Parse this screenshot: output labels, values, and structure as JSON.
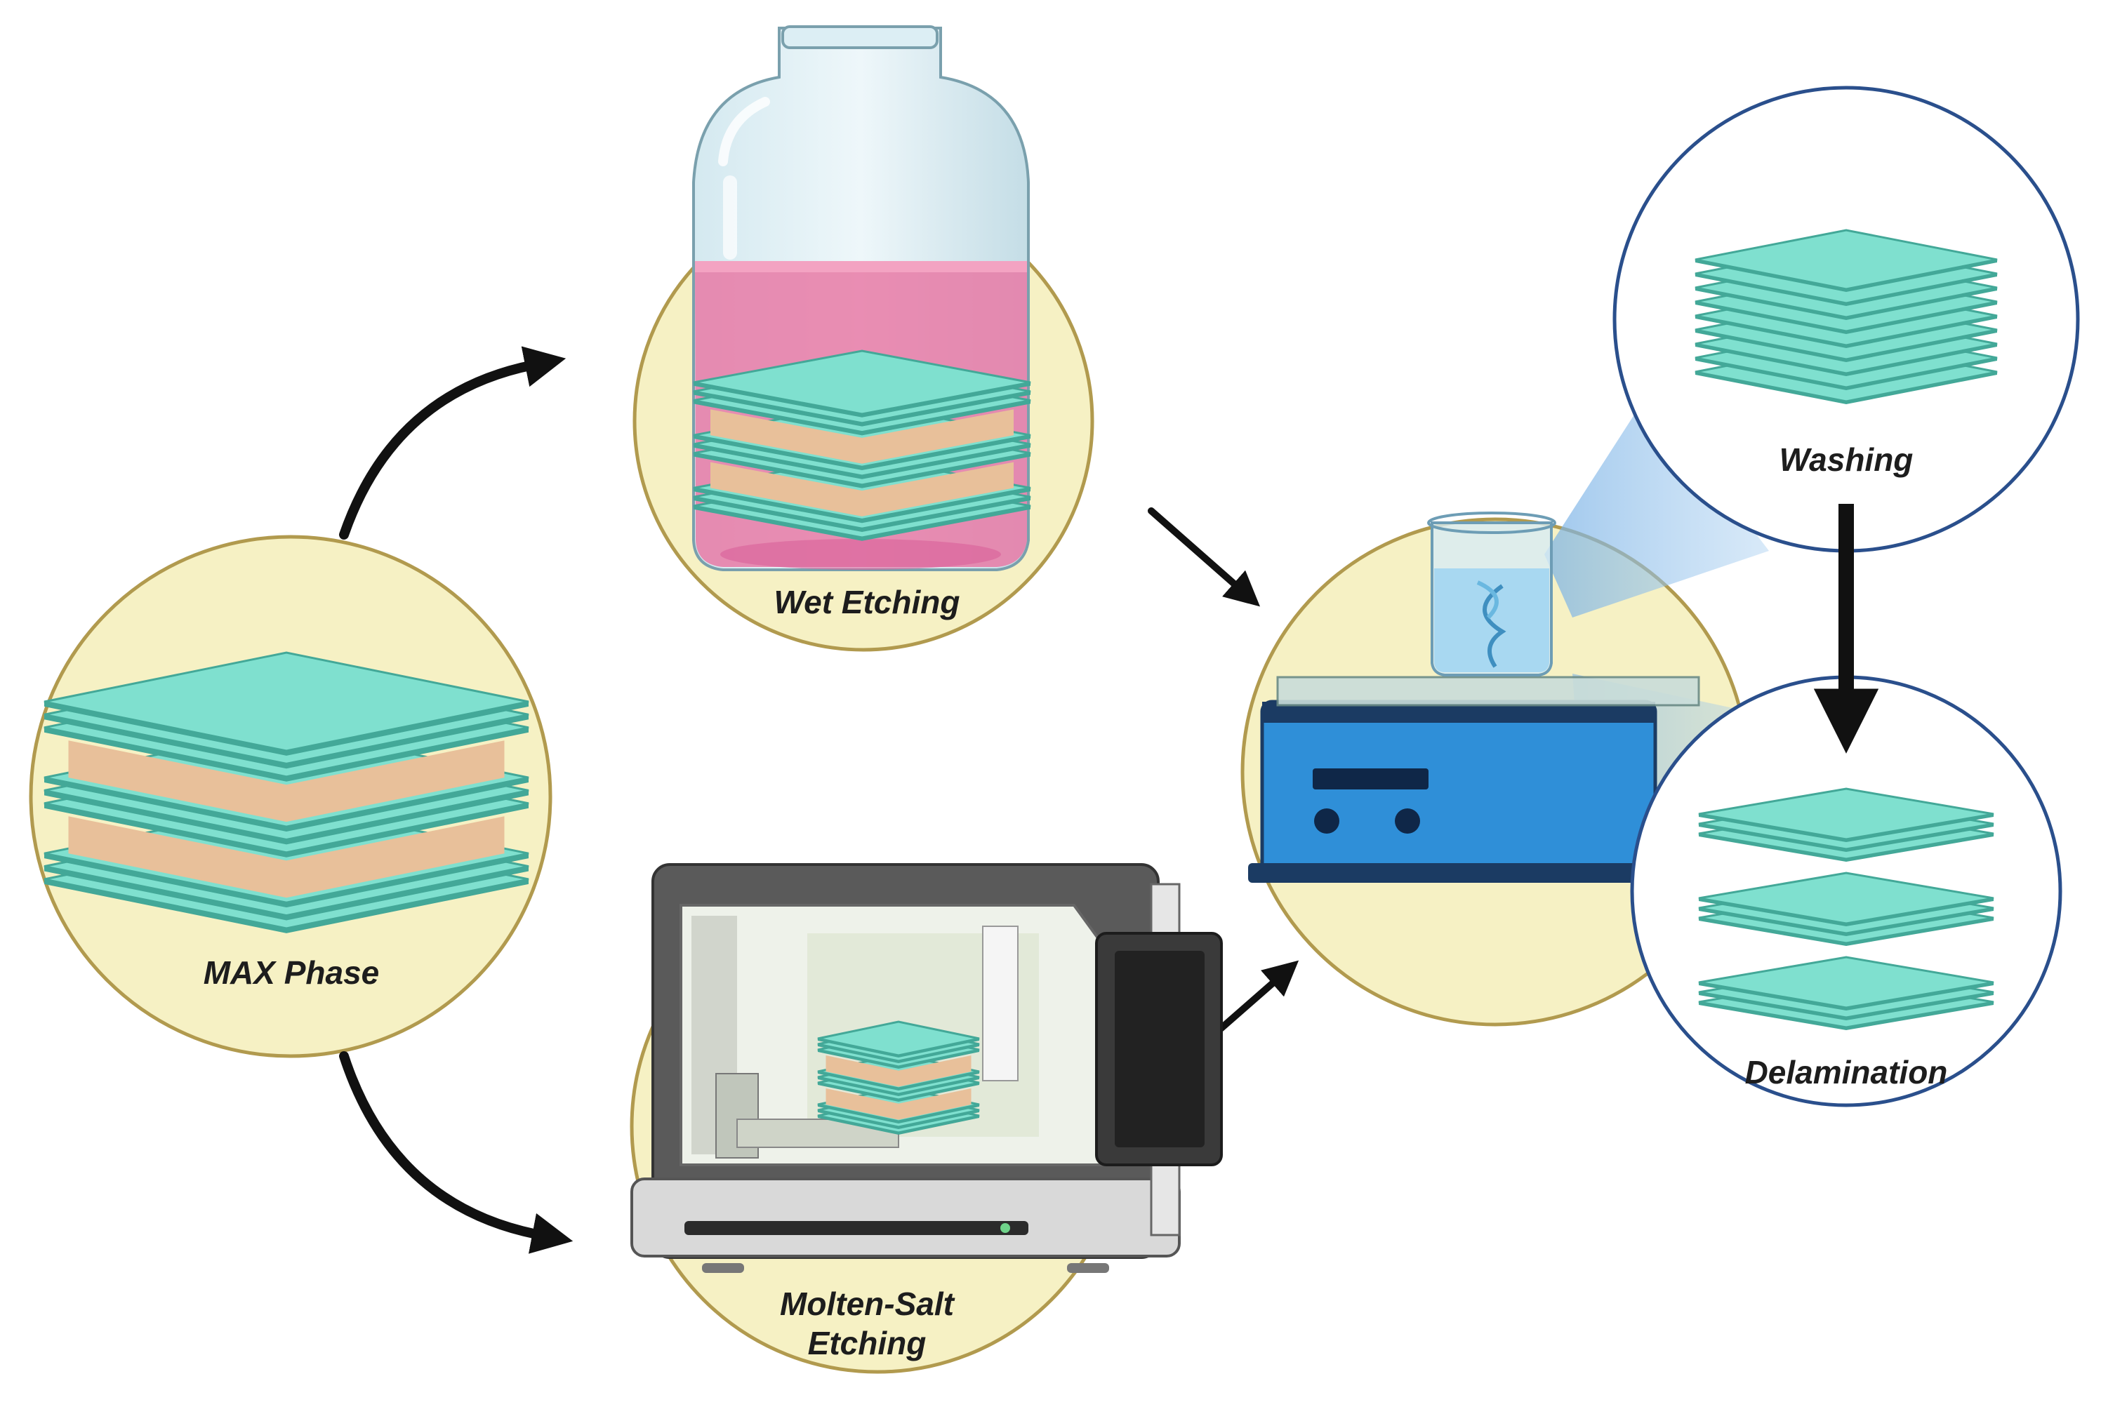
{
  "labels": {
    "max_phase": "MAX Phase",
    "wet_etching": "Wet Etching",
    "molten_salt_line1": "Molten-Salt",
    "molten_salt_line2": "Etching",
    "washing": "Washing",
    "delamination": "Delamination"
  },
  "colors": {
    "sheet": "#7fe0cf",
    "sheet_edge": "#43a898",
    "interlayer": "#e8c09a",
    "circle_fill": "#f6f1c4",
    "circle_stroke": "#b19a4e",
    "zoom_stroke": "#2a4f8c",
    "etchant": "#e87aa6",
    "hotplate": "#2f8fd8",
    "arrow": "#111111"
  },
  "icons": {
    "arrows": "curved-arrow-icon",
    "beaker": "beaker-icon",
    "jar": "glass-jar-icon",
    "furnace": "molten-salt-furnace-icon",
    "stirrer": "magnetic-stirrer-icon"
  }
}
